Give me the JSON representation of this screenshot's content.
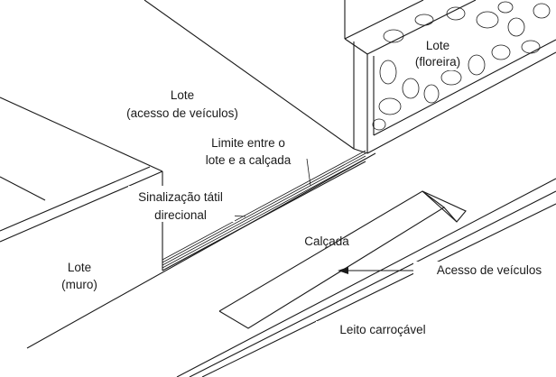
{
  "labels": {
    "lote_acesso_line1": "Lote",
    "lote_acesso_line2": "(acesso de veículos)",
    "lote_floreira_line1": "Lote",
    "lote_floreira_line2": "(floreira)",
    "limite_line1": "Limite entre o",
    "limite_line2": "lote e a calçada",
    "sinalizacao_line1": "Sinalização tátil",
    "sinalizacao_line2": "direcional",
    "calcada": "Calçada",
    "acesso_veiculos": "Acesso de veículos",
    "lote_muro_line1": "Lote",
    "lote_muro_line2": "(muro)",
    "leito": "Leito carroçável"
  }
}
